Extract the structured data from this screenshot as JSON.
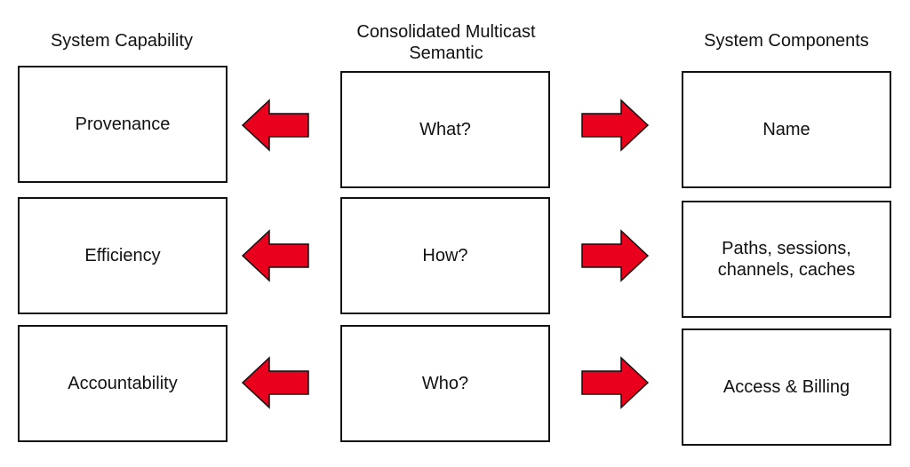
{
  "headers": {
    "left": "System Capability",
    "middle": "Consolidated Multicast\nSemantic",
    "right": "System Components"
  },
  "rows": [
    {
      "capability": "Provenance",
      "semantic": "What?",
      "component": "Name"
    },
    {
      "capability": "Efficiency",
      "semantic": "How?",
      "component": "Paths, sessions,\nchannels, caches"
    },
    {
      "capability": "Accountability",
      "semantic": "Who?",
      "component": "Access & Billing"
    }
  ],
  "colors": {
    "arrow_fill": "#e8001c",
    "arrow_stroke": "#111111",
    "box_border": "#111111"
  }
}
